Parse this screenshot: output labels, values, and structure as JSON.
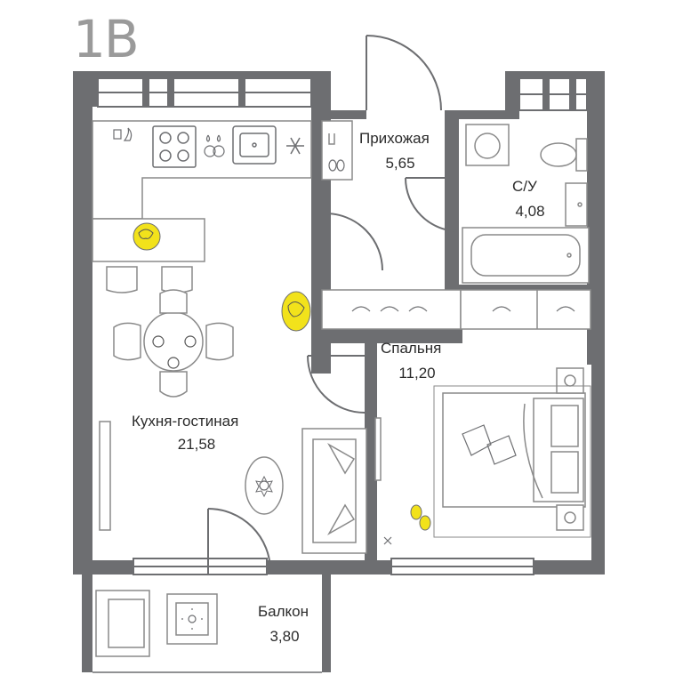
{
  "plan": {
    "code": "1В",
    "colors": {
      "wall": "#6d6e71",
      "line": "#8a8a8a",
      "accent": "#f2e21b",
      "floor": "#ffffff"
    }
  },
  "rooms": {
    "hallway": {
      "name": "Прихожая",
      "area": "5,65"
    },
    "bathroom": {
      "name": "С/У",
      "area": "4,08"
    },
    "bedroom": {
      "name": "Спальня",
      "area": "11,20"
    },
    "kitchen_living": {
      "name": "Кухня-гостиная",
      "area": "21,58"
    },
    "balcony": {
      "name": "Балкон",
      "area": "3,80"
    }
  },
  "icons": [
    "cat-icon",
    "sleeping-cat-icon",
    "slippers-icon",
    "flower-rug-icon",
    "snowflake-icon"
  ]
}
